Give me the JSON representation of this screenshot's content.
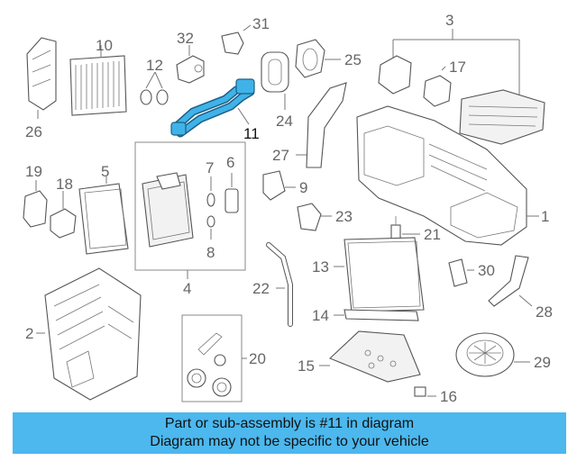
{
  "callouts": {
    "c1": "1",
    "c2": "2",
    "c3": "3",
    "c4": "4",
    "c5": "5",
    "c6": "6",
    "c7": "7",
    "c8": "8",
    "c9": "9",
    "c10": "10",
    "c11": "11",
    "c12": "12",
    "c13": "13",
    "c14": "14",
    "c15": "15",
    "c16": "16",
    "c17": "17",
    "c18": "18",
    "c19": "19",
    "c20": "20",
    "c21": "21",
    "c22": "22",
    "c23": "23",
    "c24": "24",
    "c25": "25",
    "c26": "26",
    "c27": "27",
    "c28": "28",
    "c29": "29",
    "c30": "30",
    "c31": "31",
    "c32": "32"
  },
  "highlight": {
    "part_number": "11",
    "color": "#3fb3e8"
  },
  "banner": {
    "line1": "Part or sub-assembly is #11 in diagram",
    "line2": "Diagram may not be specific to your vehicle",
    "background": "#4cb8ee"
  }
}
